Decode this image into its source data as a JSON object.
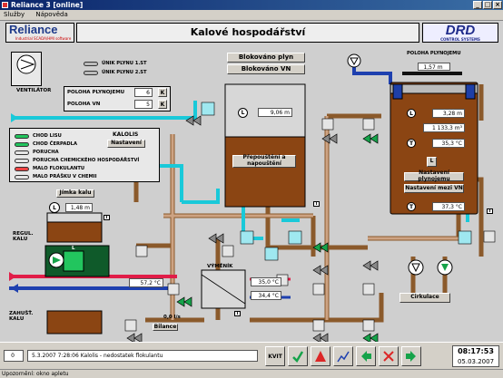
{
  "window": {
    "title": "Reliance 3 [online]",
    "min": "_",
    "max": "□",
    "close": "×"
  },
  "menu": [
    "Služby",
    "Nápověda"
  ],
  "header": {
    "logo_main": "Reliance",
    "logo_sub": "Industrial SCADA/HMI software",
    "title": "Kalové hospodářství",
    "brand": "DRD",
    "brand_sub": "CONTROL SYSTEMS"
  },
  "ventilator": {
    "label": "VENTILÁTOR"
  },
  "gas_leak": [
    {
      "label": "ÚNIK PLYNU 1.ST"
    },
    {
      "label": "ÚNIK PLYNU 2.ST"
    }
  ],
  "positions": [
    {
      "label": "POLOHA PLYNOJEMU",
      "value": "6",
      "btn": "K"
    },
    {
      "label": "POLOHA VN",
      "value": "5",
      "btn": "K"
    }
  ],
  "kalolis": {
    "title": "KALOLIS",
    "settings": "Nastavení",
    "items": [
      {
        "label": "CHOD LISU",
        "color": "#22c55e"
      },
      {
        "label": "CHOD ČERPADLA",
        "color": "#22c55e"
      },
      {
        "label": "PORUCHA",
        "color": "#e5e5e5"
      },
      {
        "label": "PORUCHA CHEMICKÉHO HOSPODÁŘSTVÍ",
        "color": "#e5e5e5"
      },
      {
        "label": "MALO FLOKULANTU",
        "color": "#ef4444"
      },
      {
        "label": "MALO PRÁŠKU V CHEMII",
        "color": "#e5e5e5"
      }
    ]
  },
  "jimka": {
    "title": "Jímka kalu",
    "value": "1,48 m",
    "sensor": "L",
    "mini": "i"
  },
  "regul": {
    "label": "REGUL. KALU",
    "l_label": "L"
  },
  "zahust": {
    "label": "ZAHUŠŤ. KALU",
    "flow": "0,0 l/s",
    "balance": "Bilance"
  },
  "tank1": {
    "status1": "Blokováno plyn",
    "status2": "Blokováno VN",
    "level": "9,06 m",
    "level_sensor": "L",
    "overflow_btn": "Přepouštění a napouštění",
    "mini": "i"
  },
  "tank2": {
    "title": "POLOHA PLYNOJEMU",
    "position": "1,57 m",
    "level": "3,28 m",
    "volume": "1 133,3 m³",
    "temp1": "35,3 °C",
    "temp2": "37,3 °C",
    "l_btn": "L",
    "s1": "Nastavení plynojemu",
    "s2": "Nastavení mezi VN",
    "mini": "i"
  },
  "exchanger": {
    "title": "VÝMĚNÍK",
    "t_in": "57,2 °C",
    "t_out": "35,0 °C",
    "t_ret": "34,4 °C",
    "mini": "i"
  },
  "circulation": {
    "label": "Cirkulace"
  },
  "statusbar": {
    "count": "0",
    "datetime": "5.3.2007 7:28:06",
    "message": "Kalolis - nedostatek flokulantu",
    "kvit": "KVIT",
    "time": "08:17:53",
    "date": "05.03.2007"
  },
  "bottom": {
    "text": "Upozornění: okno apletu"
  },
  "colors": {
    "sludge": "#8b4513",
    "pipe_brown": "#a0522d",
    "cyan": "#22d3ee",
    "green": "#16a34a",
    "red": "#e11d48",
    "blue": "#1e40af"
  }
}
